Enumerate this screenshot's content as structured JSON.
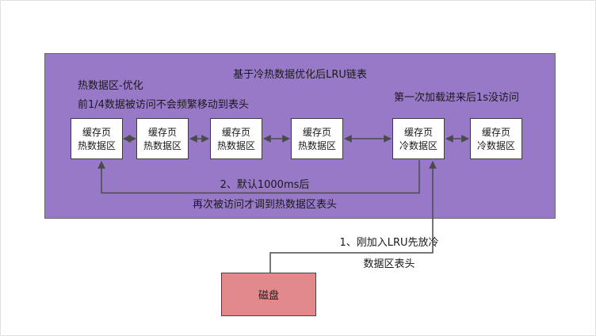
{
  "title": "基于冷热数据优化后LRU链表",
  "annotations": {
    "hot_label": "热数据区-优化",
    "hot_note": "前1/4数据被访问不会频繁移动到表头",
    "cold_note": "第一次加载进来后1s没访问",
    "reaccess_line1": "2、默认1000ms后",
    "reaccess_line2": "再次被访问才调到热数据区表头",
    "insert_line1": "1、刚加入LRU先放冷",
    "insert_line2": "数据区表头"
  },
  "nodes": [
    {
      "line1": "缓存页",
      "line2": "热数据区"
    },
    {
      "line1": "缓存页",
      "line2": "热数据区"
    },
    {
      "line1": "缓存页",
      "line2": "热数据区"
    },
    {
      "line1": "缓存页",
      "line2": "热数据区"
    },
    {
      "line1": "缓存页",
      "line2": "冷数据区"
    },
    {
      "line1": "缓存页",
      "line2": "冷数据区"
    }
  ],
  "disk": {
    "label": "磁盘"
  },
  "colors": {
    "container_bg": "#9879c7",
    "container_border": "#6a6a6a",
    "node_bg": "#fefefe",
    "node_border": "#3c3c3c",
    "disk_bg": "#e2898b",
    "disk_border": "#444444",
    "line": "#4a4a4a",
    "text": "#1a1a1a"
  }
}
